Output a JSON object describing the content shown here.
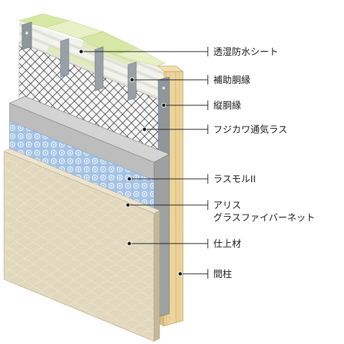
{
  "labels": {
    "moisture_sheet": "透湿防水シート",
    "aux_furring": "補助胴縁",
    "vertical_furring": "縦胴縁",
    "lath": "フジカワ通気ラス",
    "mortar": "ラスモルII",
    "mesh_line1": "アリス",
    "mesh_line2": "グラスファイバーネット",
    "finish": "仕上材",
    "stud": "間柱"
  },
  "colors": {
    "wood": "#ecd49a",
    "wood_grain": "#c9a967",
    "sheet_green": "#d7e8a4",
    "sheet_white": "#f3f3ee",
    "metal": "#8f979c",
    "lath_mesh": "#2e2e2e",
    "mortar_face": "#bdbdbd",
    "mortar_edge": "#9ea0a2",
    "glass_mesh": "#a9c6e6",
    "finish_face": "#e2d8bd",
    "finish_dots": "#f4efe0",
    "finish_edge": "#bfb298",
    "line": "#1a1a1a"
  }
}
